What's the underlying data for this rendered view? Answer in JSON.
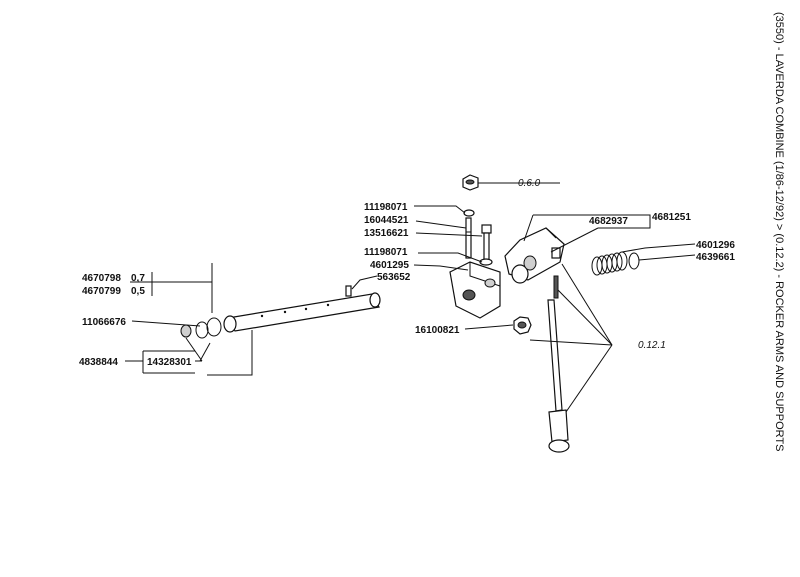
{
  "title": "(3550) - LAVERDA COMBINE (1/86-12/92) > (0.12.2) - ROCKER ARMS AND SUPPORTS",
  "refs": {
    "r060": "0.6.0",
    "r0121": "0.12.1"
  },
  "parts": {
    "p4670798": "4670798",
    "p4670799": "4670799",
    "v07": "0,7",
    "v05": "0,5",
    "p11066676": "11066676",
    "p4838844": "4838844",
    "p14328301": "14328301",
    "p11198071a": "11198071",
    "p16044521": "16044521",
    "p13516621": "13516621",
    "p11198071b": "11198071",
    "p4601295": "4601295",
    "p563652": "563652",
    "p16100821": "16100821",
    "p4682937": "4682937",
    "p4681251": "4681251",
    "p4601296": "4601296",
    "p4639661": "4639661"
  }
}
